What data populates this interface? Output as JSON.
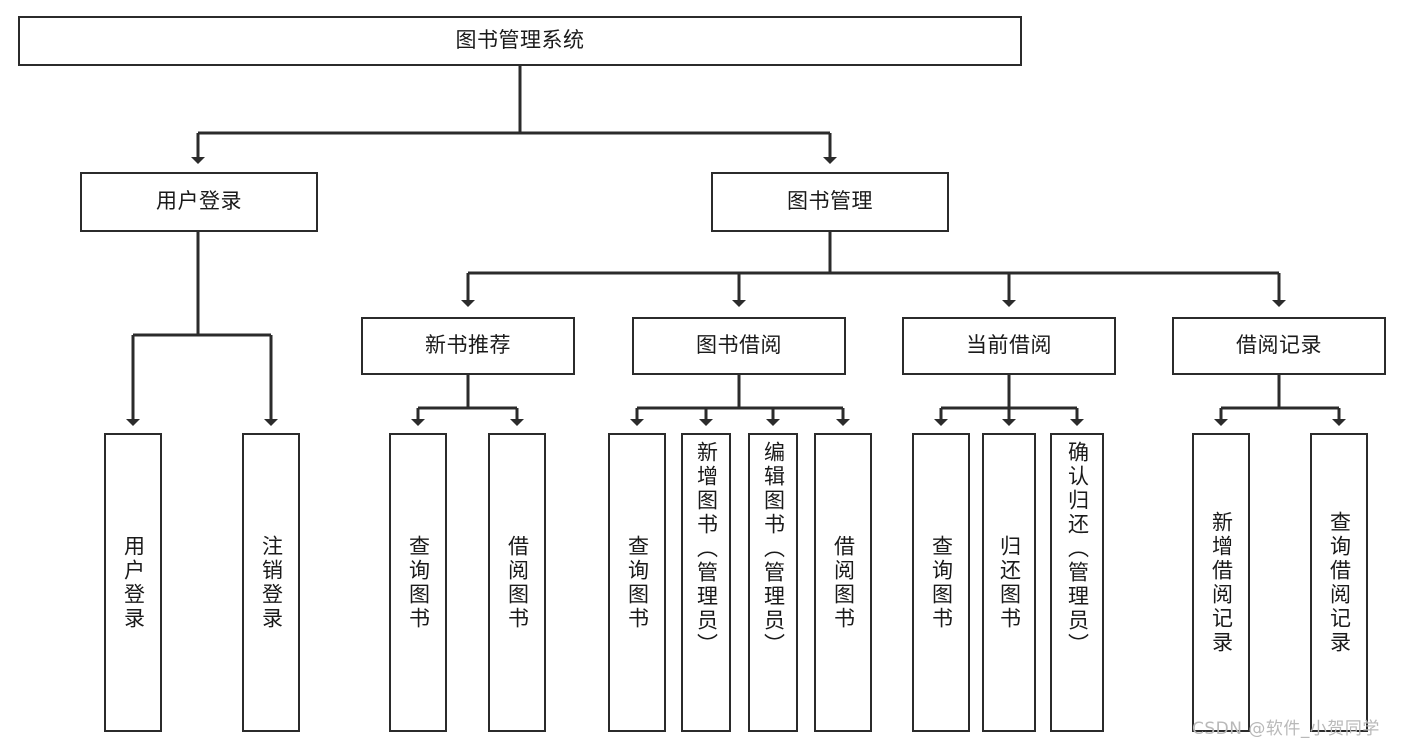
{
  "diagram": {
    "title": "图书管理系统",
    "type": "tree-hierarchy",
    "watermark": "CSDN @软件_小贺同学",
    "colors": {
      "box_border": "#2b2b2b",
      "box_fill": "#ffffff",
      "connector": "#2b2b2b",
      "text": "#1a1a1a",
      "watermark": "#b9b9b9"
    },
    "nodes": {
      "root": {
        "label": "图书管理系统"
      },
      "level2": [
        {
          "id": "user-login",
          "label": "用户登录"
        },
        {
          "id": "book-manage",
          "label": "图书管理"
        }
      ],
      "level3": [
        {
          "id": "new-book-recommend",
          "label": "新书推荐"
        },
        {
          "id": "book-borrow",
          "label": "图书借阅"
        },
        {
          "id": "current-borrow",
          "label": "当前借阅"
        },
        {
          "id": "borrow-record",
          "label": "借阅记录"
        }
      ],
      "leaves": [
        {
          "id": "leaf-user-login",
          "label": "用户登录",
          "parent": "user-login"
        },
        {
          "id": "leaf-user-logout",
          "label": "注销登录",
          "parent": "user-login"
        },
        {
          "id": "leaf-query-book-1",
          "label": "查询图书",
          "parent": "new-book-recommend"
        },
        {
          "id": "leaf-borrow-book-1",
          "label": "借阅图书",
          "parent": "new-book-recommend"
        },
        {
          "id": "leaf-query-book-2",
          "label": "查询图书",
          "parent": "book-borrow"
        },
        {
          "id": "leaf-add-book",
          "label": "新增图书（管理员）",
          "parent": "book-borrow"
        },
        {
          "id": "leaf-edit-book",
          "label": "编辑图书（管理员）",
          "parent": "book-borrow"
        },
        {
          "id": "leaf-borrow-book-2",
          "label": "借阅图书",
          "parent": "book-borrow"
        },
        {
          "id": "leaf-query-book-3",
          "label": "查询图书",
          "parent": "current-borrow"
        },
        {
          "id": "leaf-return-book",
          "label": "归还图书",
          "parent": "current-borrow"
        },
        {
          "id": "leaf-confirm-return",
          "label": "确认归还（管理员）",
          "parent": "current-borrow"
        },
        {
          "id": "leaf-add-record",
          "label": "新增借阅记录",
          "parent": "borrow-record"
        },
        {
          "id": "leaf-query-record",
          "label": "查询借阅记录",
          "parent": "borrow-record"
        }
      ]
    }
  }
}
